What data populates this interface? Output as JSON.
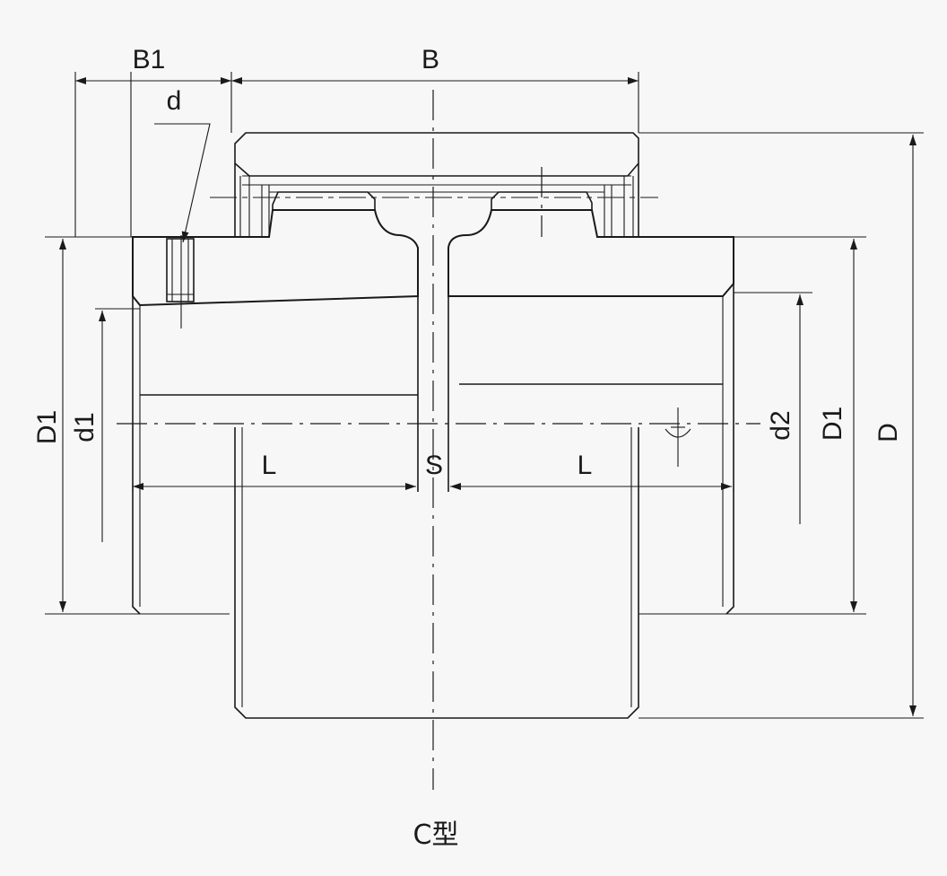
{
  "labels": {
    "b1": "B1",
    "b": "B",
    "d": "d",
    "d1_left": "D1",
    "d1_small": "d1",
    "l_left": "L",
    "s": "S",
    "l_right": "L",
    "d2": "d2",
    "d1_right": "D1",
    "d_outer": "D"
  },
  "caption": "C型",
  "colors": {
    "line": "#1a1a1a",
    "background": "#f7f7f7"
  }
}
